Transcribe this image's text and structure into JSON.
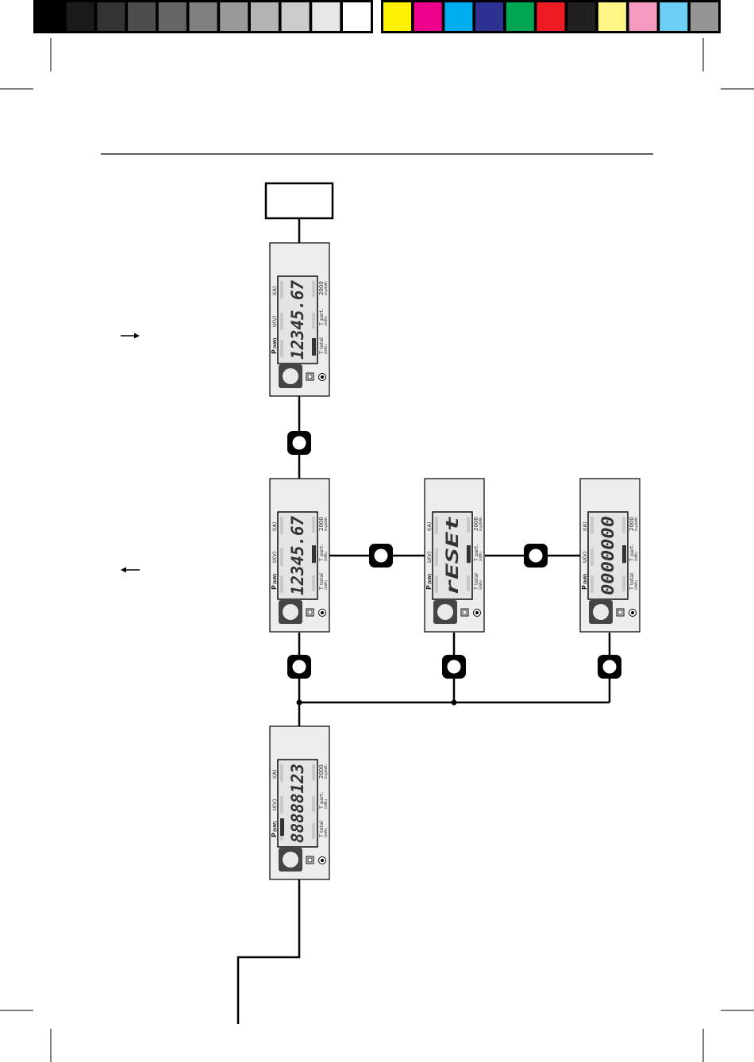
{
  "color_bars": {
    "grayscale": [
      "#000000",
      "#1a1a1a",
      "#333333",
      "#4d4d4d",
      "#666666",
      "#808080",
      "#999999",
      "#b3b3b3",
      "#cccccc",
      "#e6e6e6",
      "#ffffff"
    ],
    "process": [
      "#fff200",
      "#ec008c",
      "#00aeef",
      "#2e3192",
      "#00a651",
      "#ed1c24",
      "#231f20",
      "#fff685",
      "#f49ac1",
      "#6dcff6",
      "#959595"
    ]
  },
  "meters": [
    {
      "id": "m1",
      "readout": "12345.67",
      "digit_style": "segment-dark",
      "active_indicator": "total"
    },
    {
      "id": "m2",
      "readout": "12345.67",
      "digit_style": "segment-dark",
      "active_indicator": "part"
    },
    {
      "id": "m3",
      "readout": "rESEt",
      "digit_style": "segment-dark",
      "active_indicator": "part"
    },
    {
      "id": "m4",
      "readout": "0000000",
      "digit_style": "segment-dark",
      "active_indicator": "part"
    },
    {
      "id": "m5",
      "readout": "88888123",
      "digit_style": "segment-mixed",
      "active_indicator": "power"
    }
  ],
  "meter_labels": {
    "ampere": "I (A)",
    "volt": "U (V)",
    "power_p": "P",
    "power_unit": "(kW)",
    "impulse_rate": "2000",
    "impulse_unit": "Imp/kWh",
    "part": "T part.",
    "part_unit": "(kWh)",
    "total": "T total",
    "total_unit": "(kWh)"
  },
  "icons": {
    "button": "push-button-icon",
    "arrow_right": "arrow-right-icon",
    "arrow_left": "arrow-left-icon",
    "page_mark": "crop-mark-icon"
  }
}
